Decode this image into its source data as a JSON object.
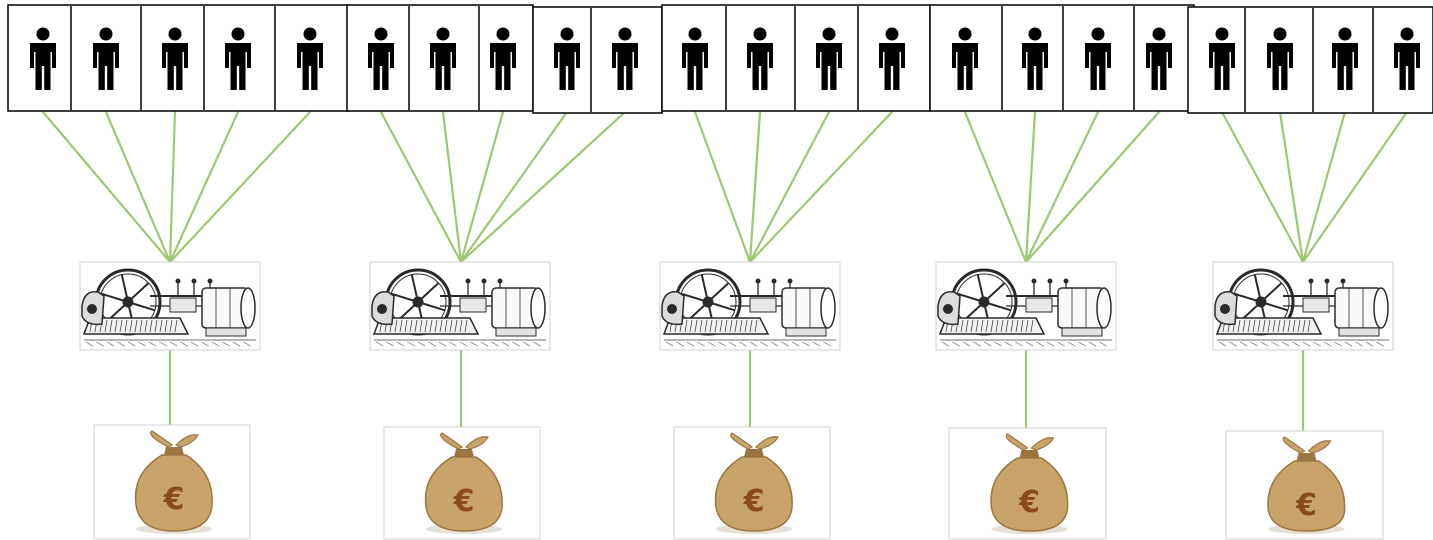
{
  "diagram": {
    "currency_symbol": "€",
    "colors": {
      "connector": "#9dc773",
      "person": "#000000",
      "box_border": "#000000",
      "frame_border": "#d0d0d0",
      "bag": "#c9a46a",
      "bag_dark": "#9c7640",
      "bag_symbol": "#8b4a1a",
      "machine_ink": "#2a2a2a"
    },
    "icons": {
      "person": "person-icon",
      "machine": "steam-engine-icon",
      "money": "money-bag-icon"
    },
    "groups": [
      {
        "workers": 5
      },
      {
        "workers": 5
      },
      {
        "workers": 4
      },
      {
        "workers": 4
      },
      {
        "workers": 4
      }
    ]
  }
}
